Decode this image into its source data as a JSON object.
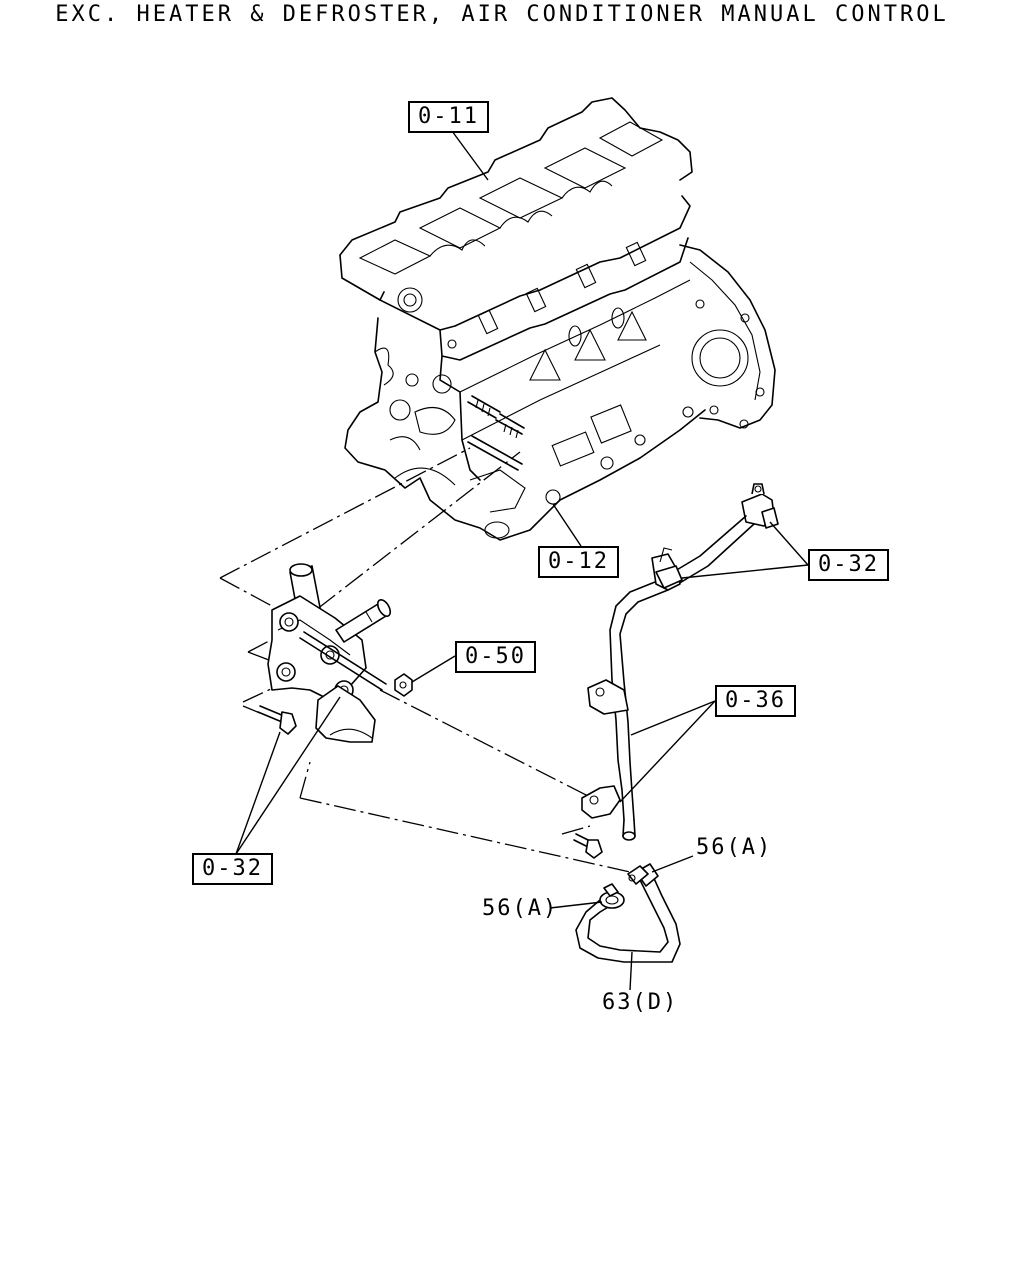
{
  "header": {
    "title": "EXC. HEATER & DEFROSTER, AIR CONDITIONER MANUAL CONTROL"
  },
  "callouts": {
    "engine_block": "0-11",
    "block_plug": "0-12",
    "pipe_clamps": "0-32",
    "water_outlet_nut": "0-50",
    "water_pipe": "0-36",
    "outlet_bolts": "0-32",
    "clamp_upper": "56(A)",
    "clamp_lower": "56(A)",
    "hose": "63(D)"
  },
  "colors": {
    "line": "#000000",
    "background": "#ffffff"
  }
}
